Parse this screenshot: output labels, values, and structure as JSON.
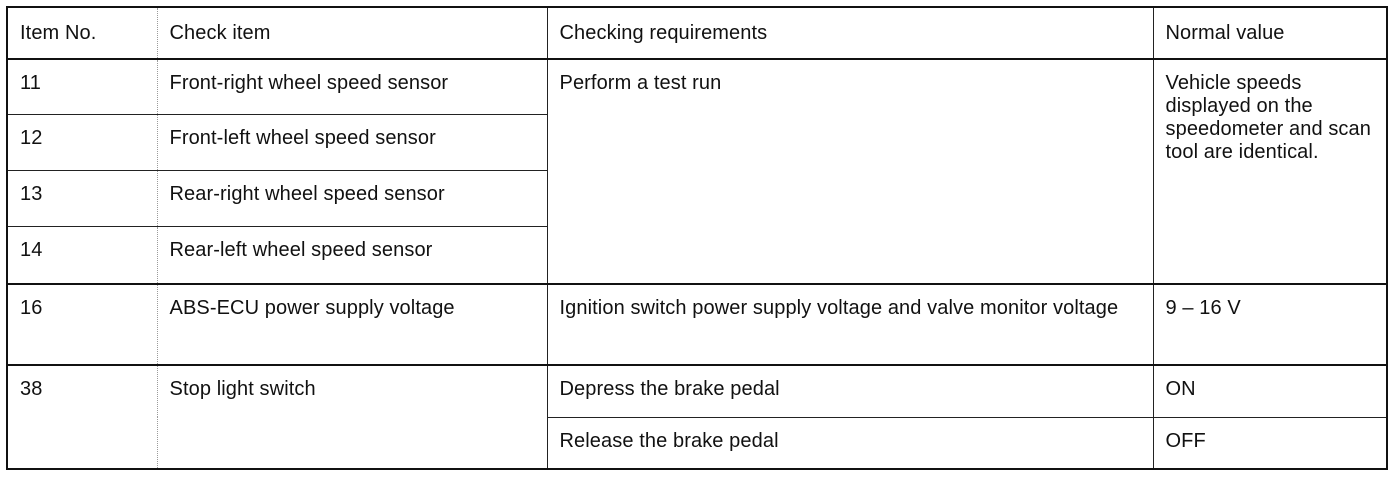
{
  "header": {
    "item_no": "Item No.",
    "check_item": "Check item",
    "requirements": "Checking requirements",
    "normal_value": "Normal value"
  },
  "rows": {
    "wheel_front_right": {
      "item_no": "11",
      "check_item": "Front-right wheel speed sensor"
    },
    "wheel_front_left": {
      "item_no": "12",
      "check_item": "Front-left wheel speed sensor"
    },
    "wheel_rear_right": {
      "item_no": "13",
      "check_item": "Rear-right wheel speed sensor"
    },
    "wheel_rear_left": {
      "item_no": "14",
      "check_item": "Rear-left wheel speed sensor"
    },
    "wheel_group": {
      "requirement": "Perform a test run",
      "normal_value": "Vehicle speeds displayed on the speedometer and scan tool are identical."
    },
    "power_supply": {
      "item_no": "16",
      "check_item": "ABS-ECU power supply voltage",
      "requirement": "Ignition switch power supply voltage and valve monitor voltage",
      "normal_value": "9 – 16 V"
    },
    "stop_light": {
      "item_no": "38",
      "check_item": "Stop light switch",
      "conditions": [
        {
          "requirement": "Depress the brake pedal",
          "normal_value": "ON"
        },
        {
          "requirement": "Release the brake pedal",
          "normal_value": "OFF"
        }
      ]
    }
  }
}
